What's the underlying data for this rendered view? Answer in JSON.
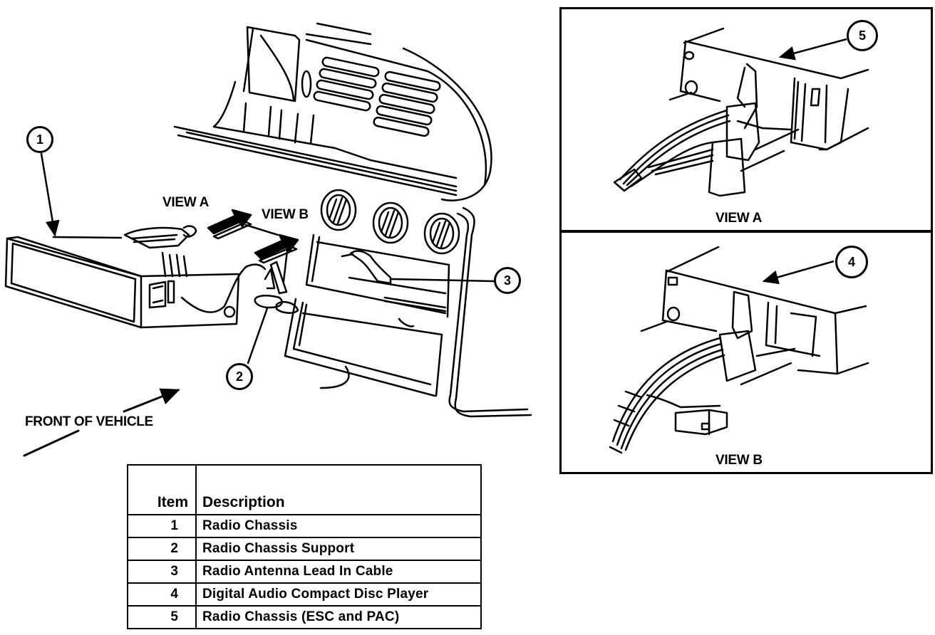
{
  "labels": {
    "view_a_arrow": "VIEW A",
    "view_b_arrow": "VIEW B",
    "front_of_vehicle": "FRONT OF VEHICLE",
    "view_a_caption": "VIEW A",
    "view_b_caption": "VIEW B"
  },
  "callouts": {
    "c1": "1",
    "c2": "2",
    "c3": "3",
    "c4": "4",
    "c5": "5"
  },
  "legend": {
    "header_item": "Item",
    "header_description": "Description",
    "rows": [
      {
        "item": "1",
        "description": "Radio Chassis"
      },
      {
        "item": "2",
        "description": "Radio Chassis Support"
      },
      {
        "item": "3",
        "description": "Radio Antenna Lead In Cable"
      },
      {
        "item": "4",
        "description": "Digital Audio Compact Disc Player"
      },
      {
        "item": "5",
        "description": "Radio Chassis (ESC and PAC)"
      }
    ]
  }
}
